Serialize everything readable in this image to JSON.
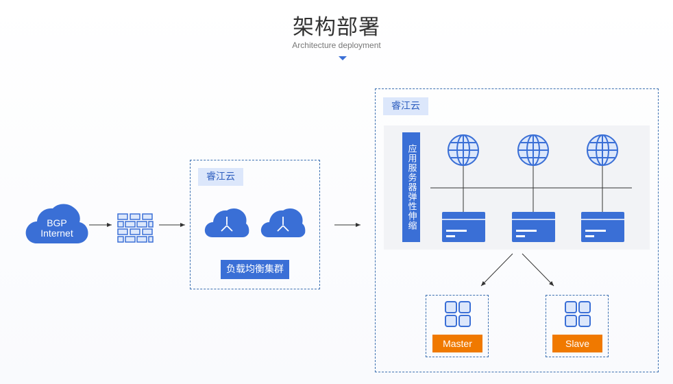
{
  "header": {
    "title": "架构部署",
    "subtitle": "Architecture deployment"
  },
  "internet": {
    "line1": "BGP",
    "line2": "Internet"
  },
  "lb_group": {
    "tag": "睿江云",
    "label": "负载均衡集群"
  },
  "app_group": {
    "tag": "睿江云",
    "cluster_label": "应用服务器弹性伸缩"
  },
  "databases": {
    "master": "Master",
    "slave": "Slave"
  },
  "colors": {
    "accent": "#3a6fd6",
    "tag_bg": "#dce7fb",
    "db_label": "#f07900",
    "dashed_border": "#3a6fb0"
  }
}
